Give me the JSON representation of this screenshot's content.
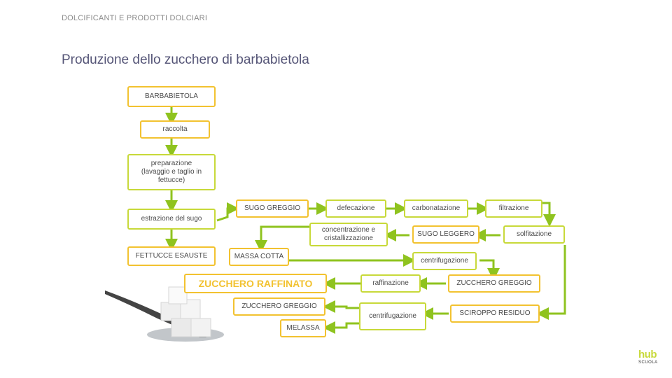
{
  "header": {
    "section": "DOLCIFICANTI E PRODOTTI DOLCIARI",
    "title": "Produzione dello zucchero di barbabietola"
  },
  "diagram": {
    "left_column": {
      "barbabietola": "BARBABIETOLA",
      "raccolta": "raccolta",
      "preparazione": "preparazione\n(lavaggio e taglio in\nfettucce)",
      "estrazione": "estrazione del sugo",
      "fettucce": "FETTUCCE ESAUSTE"
    },
    "row1": {
      "sugo_greggio": "SUGO GREGGIO",
      "defecazione": "defecazione",
      "carbonatazione": "carbonatazione",
      "filtrazione": "filtrazione"
    },
    "row2": {
      "concentrazione": "concentrazione e\ncristallizzazione",
      "sugo_leggero": "SUGO LEGGERO",
      "solfitazione": "solfitazione"
    },
    "row3": {
      "massa_cotta": "MASSA COTTA",
      "centrifugazione": "centrifugazione"
    },
    "row4": {
      "zucchero_raffinato": "ZUCCHERO RAFFINATO",
      "raffinazione": "raffinazione",
      "zucchero_greggio": "ZUCCHERO GREGGIO"
    },
    "row5": {
      "zucchero_greggio": "ZUCCHERO GREGGIO",
      "centrifugazione": "centrifugazione",
      "sciroppo_residuo": "SCIROPPO RESIDUO",
      "melassa": "MELASSA"
    }
  },
  "logo": {
    "brand": "hub",
    "sub": "SCUOLA"
  },
  "colors": {
    "accent_green": "#c8d93a",
    "accent_yellow": "#f2c230",
    "title": "#555577"
  }
}
